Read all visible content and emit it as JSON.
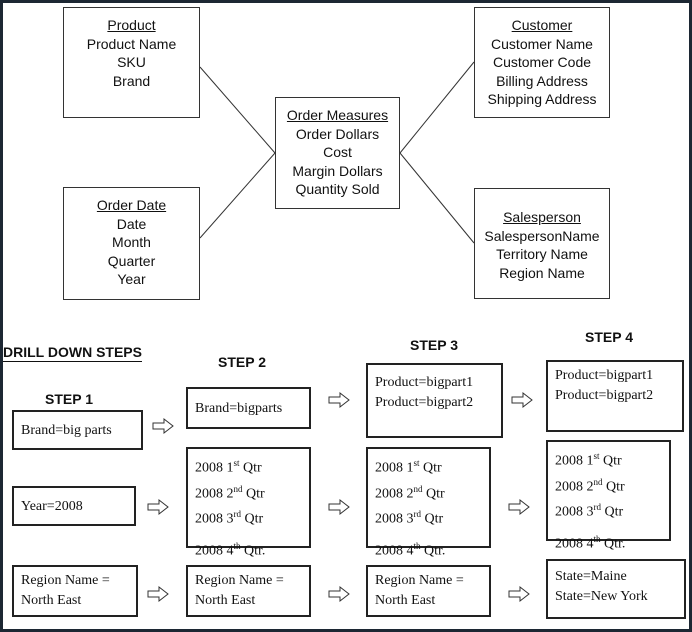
{
  "entities": {
    "product": {
      "title": "Product",
      "fields": [
        "Product Name",
        "SKU",
        "Brand"
      ]
    },
    "order_date": {
      "title": "Order Date",
      "fields": [
        "Date",
        "Month",
        "Quarter",
        "Year"
      ]
    },
    "order_measures": {
      "title": "Order Measures",
      "fields": [
        "Order Dollars",
        "Cost",
        "Margin Dollars",
        "Quantity Sold"
      ]
    },
    "customer": {
      "title": "Customer",
      "fields": [
        "Customer Name",
        "Customer Code",
        "Billing Address",
        "Shipping Address"
      ]
    },
    "salesperson": {
      "title": "Salesperson",
      "fields": [
        "SalespersonName",
        "Territory Name",
        "Region Name"
      ]
    }
  },
  "drill_down": {
    "heading": "DRILL DOWN STEPS",
    "step_labels": [
      "STEP 1",
      "STEP 2",
      "STEP 3",
      "STEP 4"
    ],
    "brand_row": {
      "step1": [
        "Brand=big parts"
      ],
      "step2": [
        "Brand=bigparts"
      ],
      "step3": [
        "Product=bigpart1",
        "Product=bigpart2"
      ],
      "step4": [
        "Product=bigpart1",
        "Product=bigpart2"
      ]
    },
    "year_row": {
      "step1": [
        "Year=2008"
      ],
      "quarters": [
        {
          "year": "2008 1",
          "ord": "st",
          "rest": " Qtr"
        },
        {
          "year": "2008 2",
          "ord": "nd",
          "rest": " Qtr"
        },
        {
          "year": "2008 3",
          "ord": "rd",
          "rest": " Qtr"
        },
        {
          "year": "2008 4",
          "ord": "th",
          "rest": " Qtr."
        }
      ]
    },
    "region_row": {
      "step1": [
        "Region Name =",
        "North East"
      ],
      "step2": [
        "Region Name =",
        "North East"
      ],
      "step3": [
        "Region Name =",
        "North East"
      ],
      "step4": [
        "State=Maine",
        "State=New York"
      ]
    }
  }
}
